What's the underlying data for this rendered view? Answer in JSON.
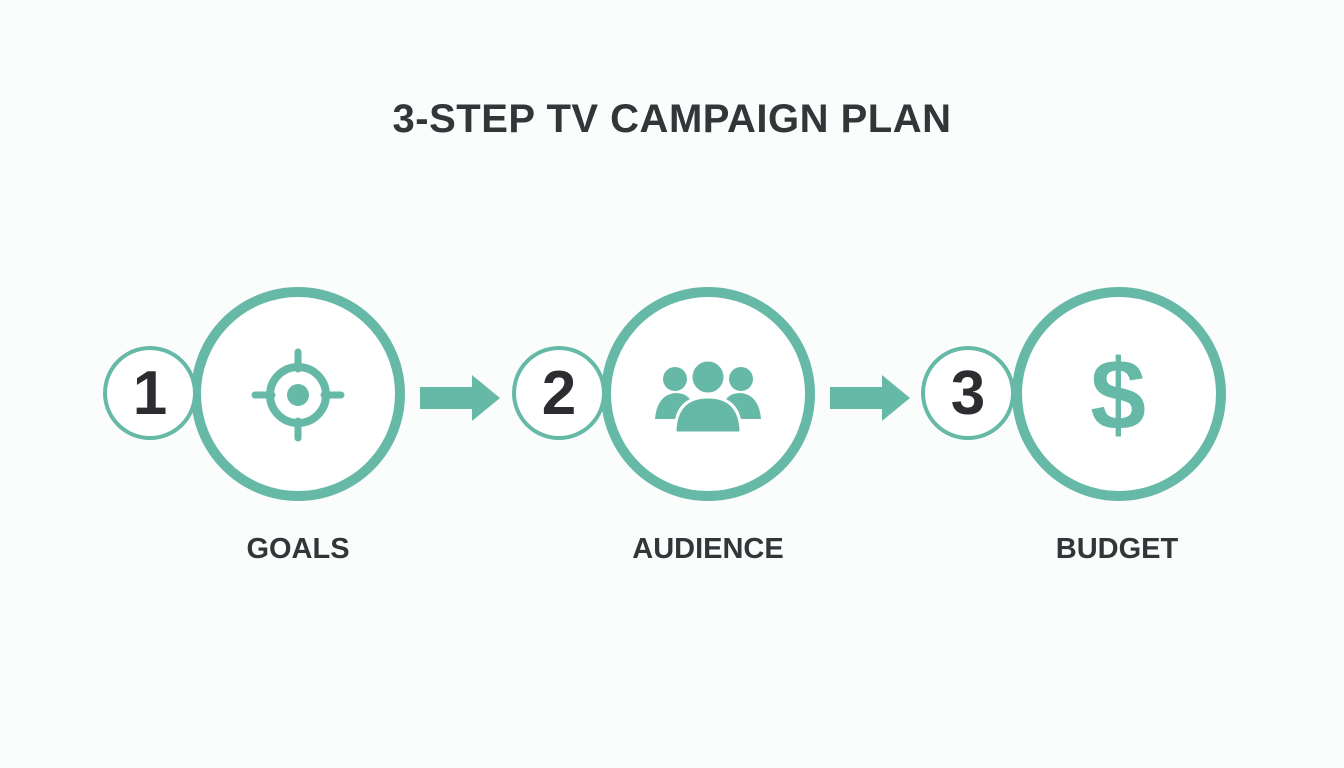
{
  "title": "3-STEP TV CAMPAIGN PLAN",
  "colors": {
    "accent": "#66b9a7",
    "text": "#333638",
    "number": "#2b2d30",
    "background": "#fbfcfc"
  },
  "steps": [
    {
      "number": "1",
      "label": "GOALS",
      "icon": "target-crosshair-icon"
    },
    {
      "number": "2",
      "label": "AUDIENCE",
      "icon": "people-group-icon"
    },
    {
      "number": "3",
      "label": "BUDGET",
      "icon": "dollar-sign-icon",
      "glyph": "$"
    }
  ],
  "connectors": [
    "arrow-right-icon",
    "arrow-right-icon"
  ]
}
